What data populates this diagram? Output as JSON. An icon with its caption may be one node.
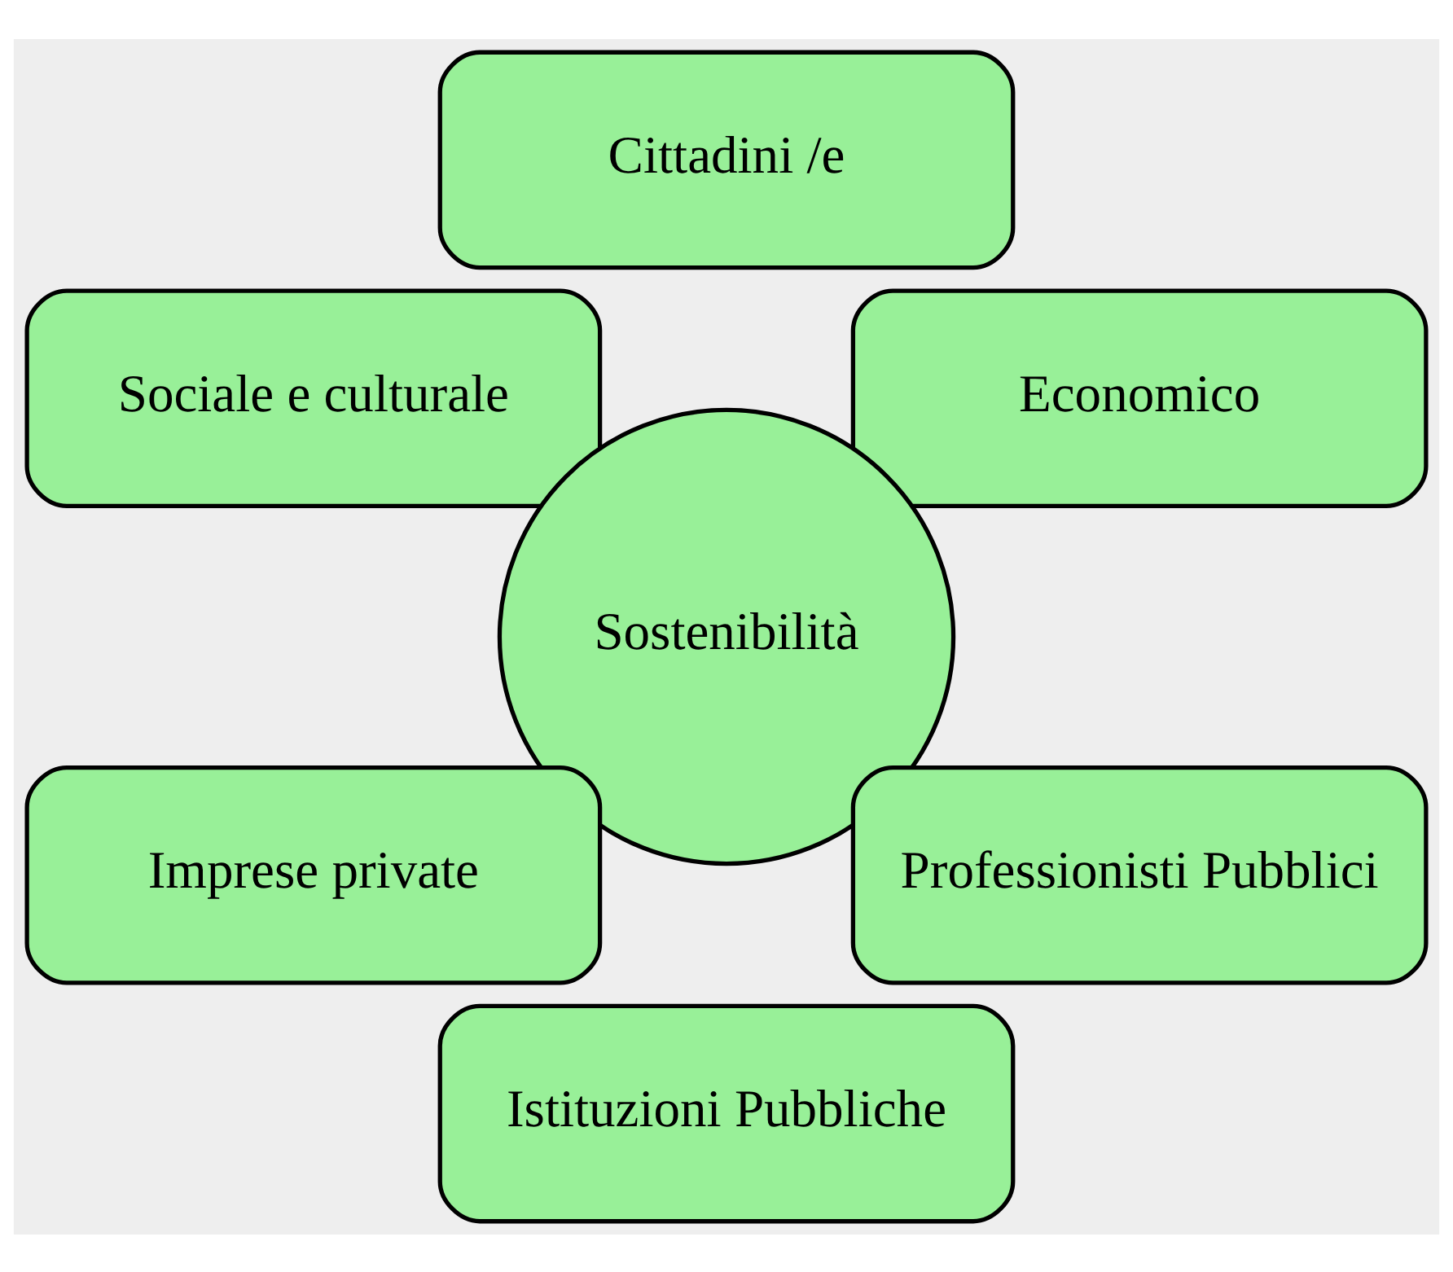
{
  "diagram": {
    "nodes": [
      {
        "text": [
          "Economico"
        ]
      },
      {
        "text": [
          "Cittadini /e"
        ]
      },
      {
        "text": [
          "Sociale e culturale"
        ]
      },
      {
        "text": [
          "Sostenibilità"
        ]
      },
      {
        "text": [
          "Imprese private"
        ]
      },
      {
        "text": [
          "Istituzioni Pubbliche"
        ]
      },
      {
        "text": [
          "Professionisti Pubblici"
        ]
      }
    ]
  }
}
